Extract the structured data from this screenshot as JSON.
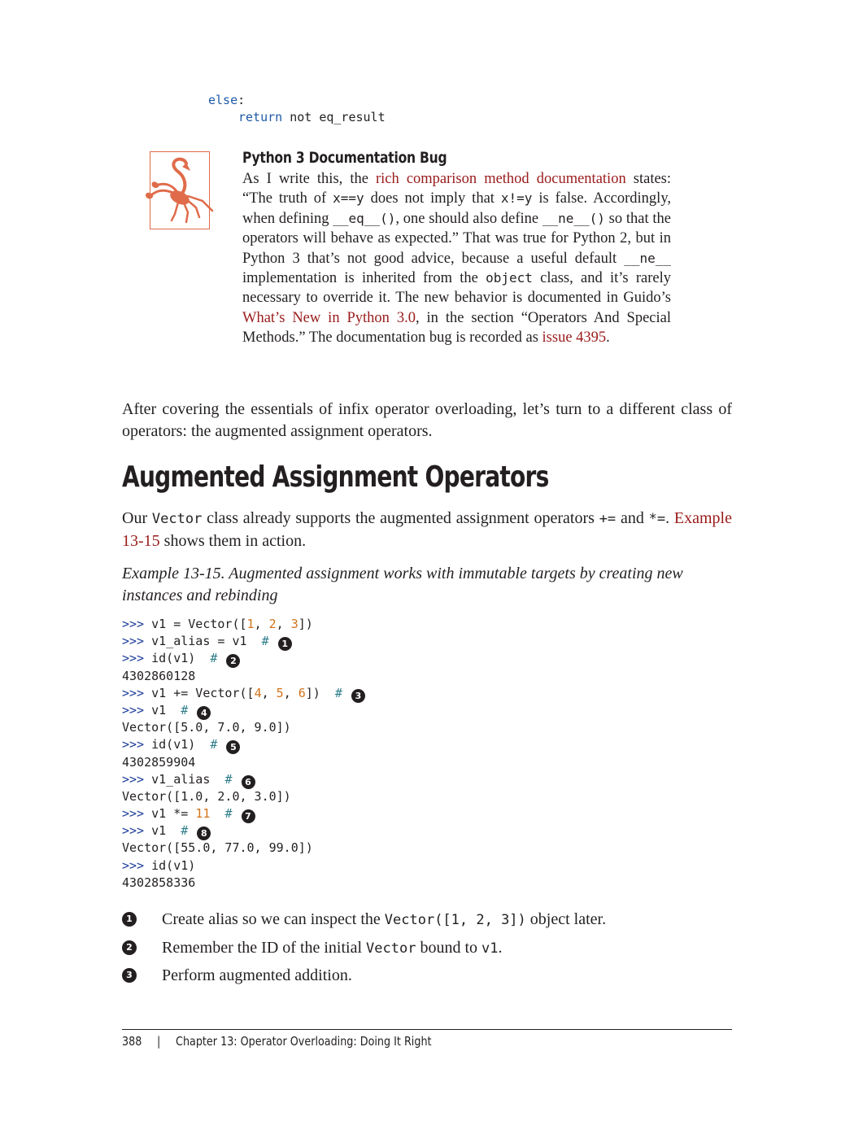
{
  "code_top": {
    "line1_kw": "else",
    "line1_rest": ":",
    "line2_kw": "return",
    "line2_rest": " not eq_result"
  },
  "note": {
    "icon": "scorpion-icon",
    "icon_color": "#e06b4a",
    "title": "Python 3 Documentation Bug",
    "t1": "As I write this, the ",
    "link1": "rich comparison method documentation",
    "t2": " states: “The truth of ",
    "c1": "x==y",
    "t3": " does not imply that ",
    "c2": "x!=y",
    "t4": " is false. Accordingly, when defining ",
    "c3": "__eq__()",
    "t5": ", one should also define ",
    "c4": "__ne__()",
    "t6": " so that the operators will behave as expected.” That was true for Python 2, but in Python 3 that’s not good advice, because a useful default ",
    "c5": "__ne__",
    "t7": " implementation is inherited from the ",
    "c6": "object",
    "t8": " class, and it’s rarely necessary to override it. The new behavior is documented in Guido’s ",
    "link2": "What’s New in Python 3.0",
    "t9": ", in the section “Operators And Special Methods.” The documentation bug is recorded as ",
    "link3": "issue 4395",
    "t10": "."
  },
  "para1": "After covering the essentials of infix operator overloading, let’s turn to a different class of operators: the augmented assignment operators.",
  "heading": "Augmented Assignment Operators",
  "para2": {
    "t1": "Our ",
    "c1": "Vector",
    "t2": " class already supports the augmented assignment operators ",
    "c2": "+=",
    "t3": " and ",
    "c3": "*=",
    "t4": ". ",
    "link": "Example 13-15",
    "t5": " shows them in action."
  },
  "caption": "Example 13-15. Augmented assignment works with immutable targets by creating new instances and rebinding",
  "code": {
    "prompt": ">>>",
    "l1a": " v1 = Vector([",
    "l1n1": "1",
    "l1s1": ", ",
    "l1n2": "2",
    "l1s2": ", ",
    "l1n3": "3",
    "l1b": "])",
    "l2": " v1_alias = v1  ",
    "cmt": "#",
    "cb1": "1",
    "l3": " id(v1)  ",
    "cb2": "2",
    "l4": "4302860128",
    "l5a": " v1 += Vector([",
    "l5n1": "4",
    "l5s1": ", ",
    "l5n2": "5",
    "l5s2": ", ",
    "l5n3": "6",
    "l5b": "])  ",
    "cb3": "3",
    "l6": " v1  ",
    "cb4": "4",
    "l7": "Vector([5.0, 7.0, 9.0])",
    "l8": " id(v1)  ",
    "cb5": "5",
    "l9": "4302859904",
    "l10": " v1_alias  ",
    "cb6": "6",
    "l11": "Vector([1.0, 2.0, 3.0])",
    "l12a": " v1 *= ",
    "l12n": "11",
    "l12b": "  ",
    "cb7": "7",
    "l13": " v1  ",
    "cb8": "8",
    "l14": "Vector([55.0, 77.0, 99.0])",
    "l15": " id(v1)",
    "l16": "4302858336"
  },
  "notes": [
    {
      "n": "1",
      "t1": "Create alias so we can inspect the ",
      "c": "Vector([1, 2, 3])",
      "t2": " object later."
    },
    {
      "n": "2",
      "t1": "Remember the ID of the initial ",
      "c": "Vector",
      "t2": " bound to ",
      "c2": "v1",
      "t3": "."
    },
    {
      "n": "3",
      "t1": "Perform augmented addition."
    }
  ],
  "footer": {
    "page": "388",
    "sep": "|",
    "chapter": "Chapter 13: Operator Overloading: Doing It Right"
  }
}
